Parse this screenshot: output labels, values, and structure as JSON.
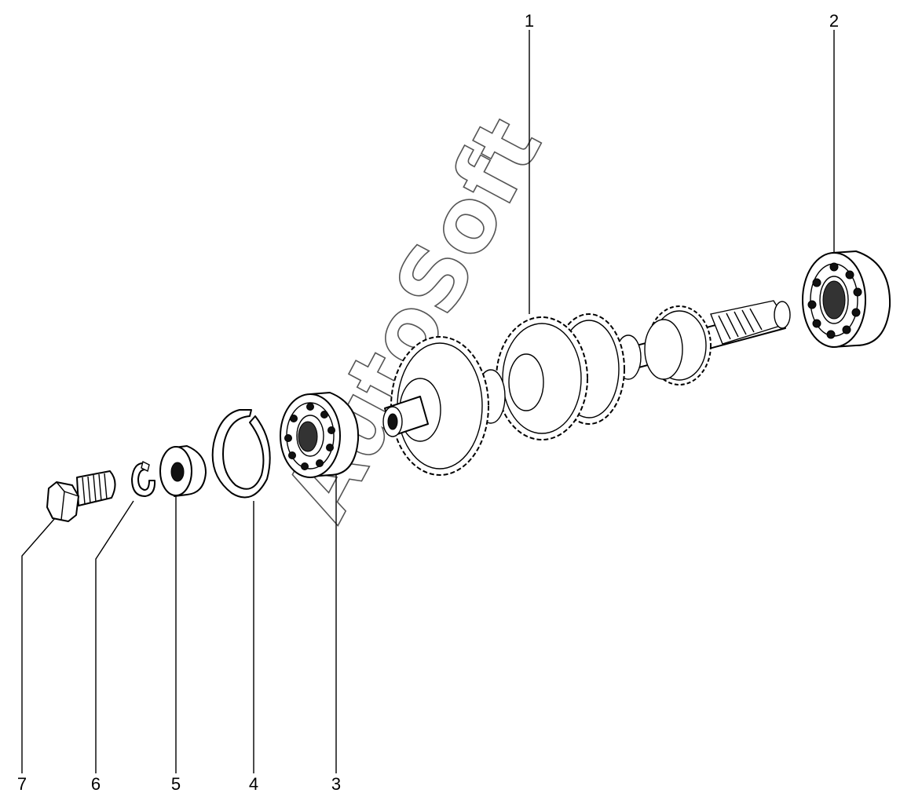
{
  "watermark": "AutoSoft",
  "callouts": [
    "1",
    "2",
    "3",
    "4",
    "5",
    "6",
    "7"
  ],
  "parts": [
    {
      "number": "1",
      "icon": "countershaft-gear-cluster-icon"
    },
    {
      "number": "2",
      "icon": "ball-bearing-icon"
    },
    {
      "number": "3",
      "icon": "ball-bearing-icon"
    },
    {
      "number": "4",
      "icon": "snap-ring-icon"
    },
    {
      "number": "5",
      "icon": "washer-icon"
    },
    {
      "number": "6",
      "icon": "spring-washer-icon"
    },
    {
      "number": "7",
      "icon": "hex-bolt-icon"
    }
  ]
}
